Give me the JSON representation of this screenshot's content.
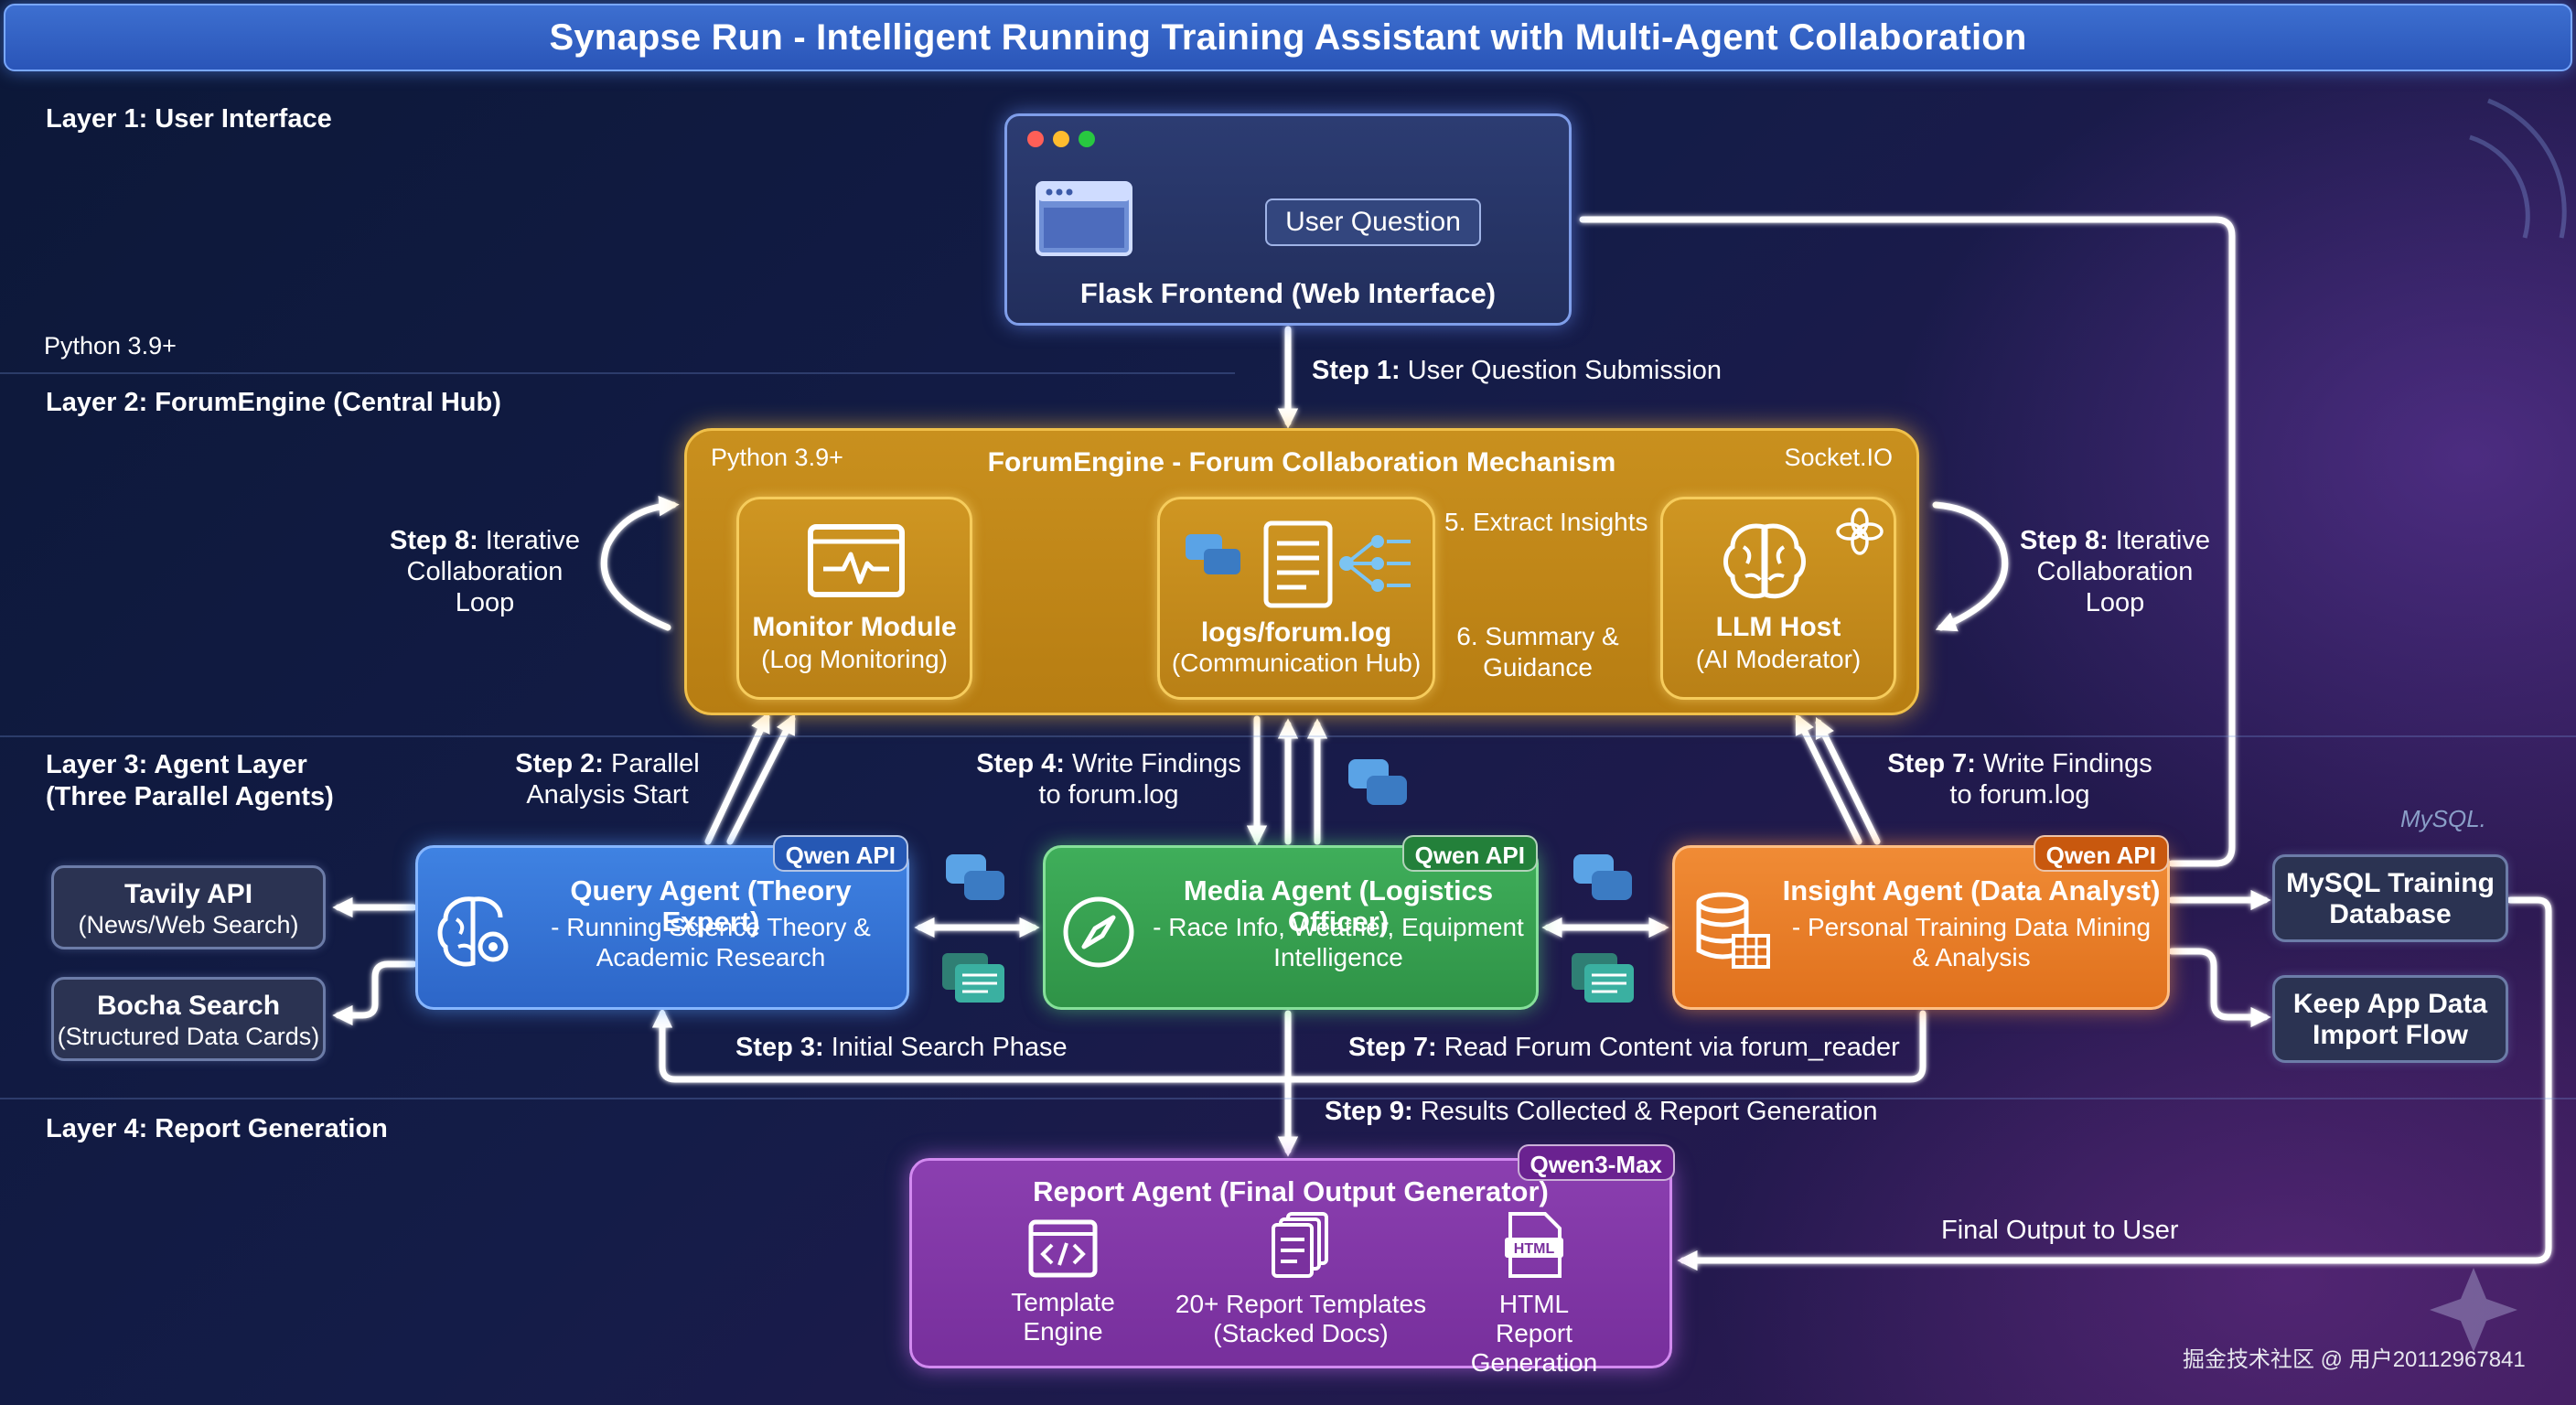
{
  "title": "Synapse Run - Intelligent Running Training Assistant with Multi-Agent Collaboration",
  "layers": {
    "layer1": "Layer 1: User Interface",
    "layer2": "Layer 2: ForumEngine (Central Hub)",
    "layer3_line1": "Layer 3: Agent Layer",
    "layer3_line2": "(Three Parallel Agents)",
    "layer4": "Layer 4: Report Generation"
  },
  "python_label": "Python 3.9+",
  "frontend": {
    "button": "User Question",
    "label": "Flask Frontend (Web Interface)"
  },
  "forum": {
    "python": "Python 3.9+",
    "title": "ForumEngine - Forum Collaboration Mechanism",
    "socket": "Socket.IO",
    "monitor_title": "Monitor Module",
    "monitor_sub": "(Log Monitoring)",
    "log_title": "logs/forum.log",
    "log_sub": "(Communication Hub)",
    "llm_title": "LLM Host",
    "llm_sub": "(AI Moderator)",
    "extract": "5. Extract Insights",
    "summary_1": "6. Summary &",
    "summary_2": "Guidance"
  },
  "steps": {
    "step1_num": "Step 1:",
    "step1": " User Question Submission",
    "step8_num": "Step 8:",
    "step8_a": " Iterative",
    "step8_b": "Collaboration",
    "step8_c": "Loop",
    "step2_num": "Step 2:",
    "step2_a": " Parallel",
    "step2_b": "Analysis Start",
    "step4_num": "Step 4:",
    "step4_a": " Write Findings",
    "step4_b": "to forum.log",
    "step7w_num": "Step 7:",
    "step7w_a": " Write Findings",
    "step7w_b": "to forum.log",
    "step3_num": "Step 3:",
    "step3": " Initial Search Phase",
    "step7r_num": "Step 7:",
    "step7r": " Read Forum Content via forum_reader",
    "step9_num": "Step 9:",
    "step9": " Results Collected & Report Generation",
    "final_output": "Final Output to User"
  },
  "agents": {
    "query": {
      "badge": "Qwen API",
      "title": "Query Agent (Theory Expert)",
      "desc_1": "- Running Science Theory &",
      "desc_2": "Academic Research"
    },
    "media": {
      "badge": "Qwen API",
      "title": "Media Agent (Logistics Officer)",
      "desc_1": "- Race Info, Weather, Equipment",
      "desc_2": "Intelligence"
    },
    "insight": {
      "badge": "Qwen API",
      "title": "Insight Agent (Data Analyst)",
      "desc_1": "- Personal Training Data Mining",
      "desc_2": "& Analysis"
    }
  },
  "external": {
    "tavily_title": "Tavily API",
    "tavily_sub": "(News/Web Search)",
    "bocha_title": "Bocha Search",
    "bocha_sub": "(Structured Data Cards)",
    "mysql_logo": "MySQL.",
    "mysql_1": "MySQL Training",
    "mysql_2": "Database",
    "keep_1": "Keep App Data",
    "keep_2": "Import Flow"
  },
  "report": {
    "badge": "Qwen3-Max",
    "title": "Report Agent (Final Output Generator)",
    "template_1": "Template",
    "template_2": "Engine",
    "templates_1": "20+ Report Templates",
    "templates_2": "(Stacked Docs)",
    "html_icon_text": "HTML",
    "html_1": "HTML Report",
    "html_2": "Generation"
  },
  "credit": "掘金技术社区 @ 用户20112967841",
  "colors": {
    "title_bar": "#2f5cc0",
    "forum": "#c28a1b",
    "query": "#3577d6",
    "media": "#36a051",
    "insight": "#e87c28",
    "report": "#8237a6",
    "wire": "#ffffff"
  }
}
